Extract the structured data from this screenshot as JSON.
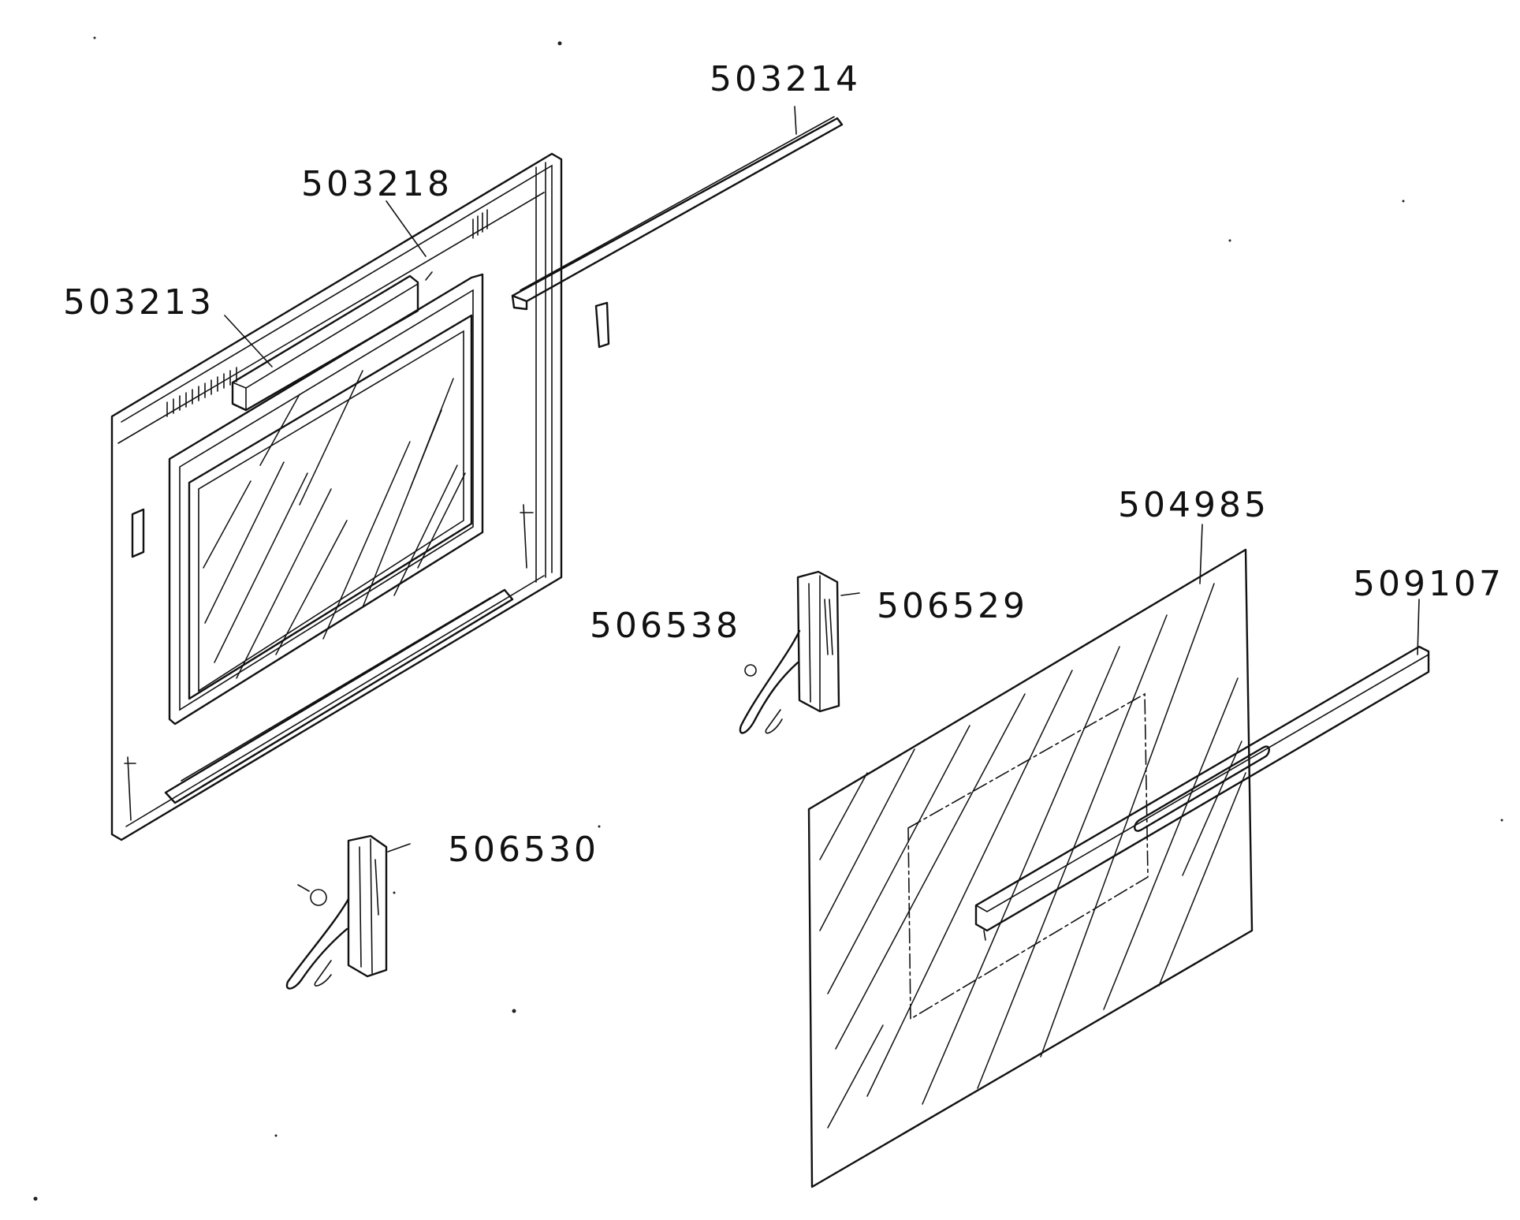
{
  "labels": {
    "p503214": "503214",
    "p503218": "503218",
    "p503213": "503213",
    "p504985": "504985",
    "p509107": "509107",
    "p506529": "506529",
    "p506538": "506538",
    "p506530": "506530"
  }
}
